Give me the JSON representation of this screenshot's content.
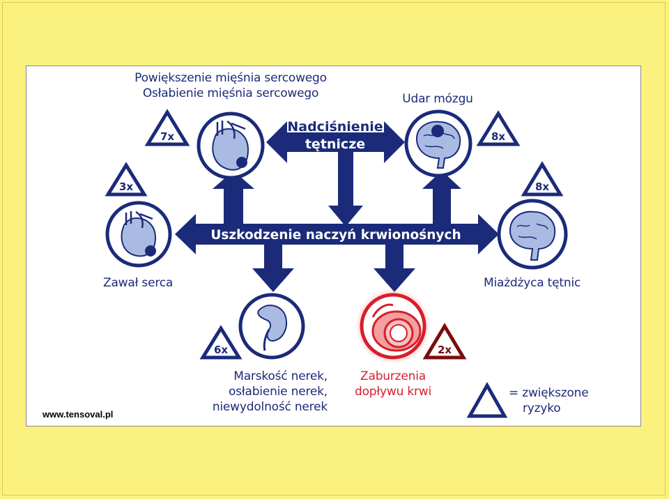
{
  "top_left": {
    "line1": "Powiększenie mięśnia sercowego",
    "line2": "Osłabienie mięśnia sercowego",
    "risk": "7x"
  },
  "center_top": {
    "line1": "Nadciśnienie",
    "line2": "tętnicze"
  },
  "top_right": {
    "label": "Udar mózgu",
    "risk": "8x"
  },
  "left": {
    "label": "Zawał serca",
    "risk": "3x"
  },
  "main_bar": {
    "label": "Uszkodzenie naczyń krwionośnych"
  },
  "right": {
    "label": "Miażdżyca tętnic",
    "risk": "8x"
  },
  "bottom_left": {
    "line1": "Marskość nerek,",
    "line2": "osłabienie nerek,",
    "line3": "niewydolność nerek",
    "risk": "6x"
  },
  "bottom_center": {
    "line1": "Zaburzenia",
    "line2": "dopływu krwi",
    "risk": "2x"
  },
  "legend": {
    "line1": "= zwiększone",
    "line2": "ryzyko"
  },
  "website": "www.tensoval.pl",
  "colors": {
    "navy": "#1b2b7a",
    "red": "#d61f2a",
    "dark_red": "#7a0c10",
    "organ_fill": "#aabbe3",
    "background": "#fbf17e"
  }
}
